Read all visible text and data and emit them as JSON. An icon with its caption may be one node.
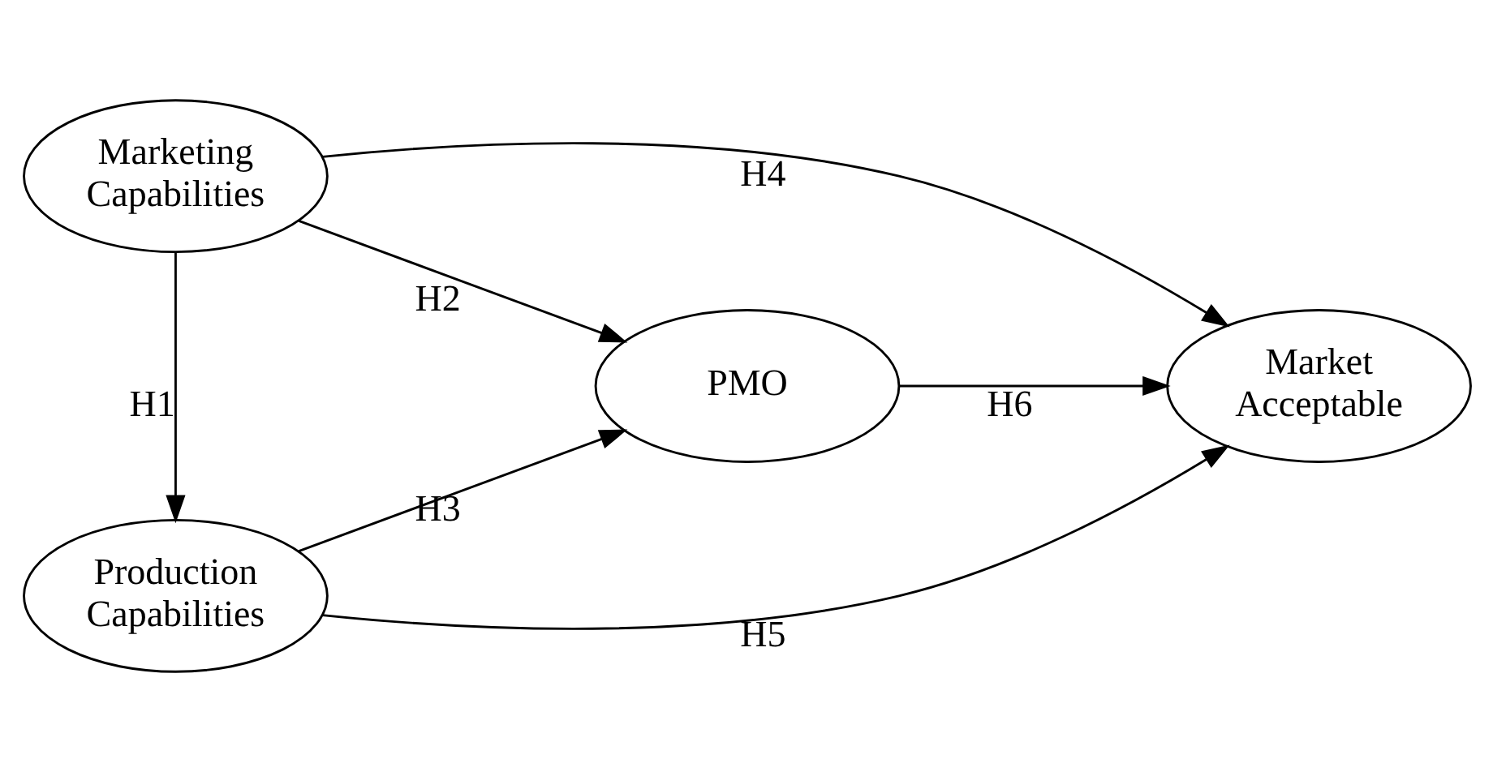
{
  "diagram": {
    "nodes": [
      {
        "text": [
          "Marketing Capabilities"
        ]
      },
      {
        "text": [
          "PMO"
        ]
      },
      {
        "text": [
          "Market Acceptable"
        ]
      },
      {
        "text": [
          "Production Capabilities"
        ]
      }
    ],
    "edges": [
      {
        "from": 0,
        "to": 3,
        "arrow": "to",
        "label": "H1"
      },
      {
        "from": 0,
        "to": 1,
        "arrow": "to",
        "label": "H2"
      },
      {
        "from": 3,
        "to": 1,
        "arrow": "to",
        "label": "H3"
      },
      {
        "from": 0,
        "to": 2,
        "arrow": "to",
        "label": "H4"
      },
      {
        "from": 3,
        "to": 2,
        "arrow": "to",
        "label": "H5"
      },
      {
        "from": 1,
        "to": 2,
        "arrow": "to",
        "label": "H6"
      }
    ]
  }
}
